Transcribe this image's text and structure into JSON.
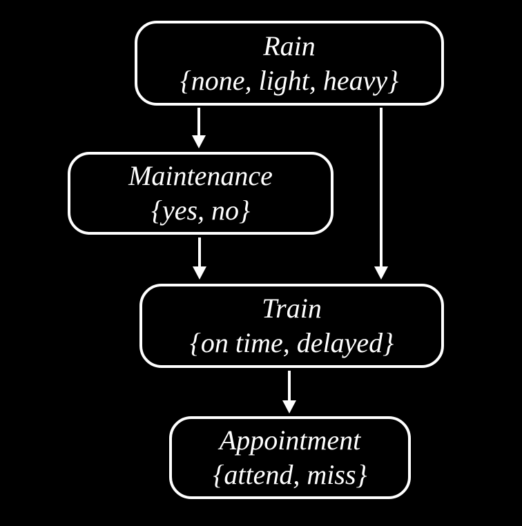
{
  "diagram": {
    "kind": "bayesian-network",
    "colors": {
      "background": "#000000",
      "node_border": "#ffffff",
      "text": "#ffffff",
      "arrow": "#ffffff"
    }
  },
  "nodes": [
    {
      "id": "rain",
      "name": "Rain",
      "domain": "{none, light, heavy}"
    },
    {
      "id": "maintenance",
      "name": "Maintenance",
      "domain": "{yes, no}"
    },
    {
      "id": "train",
      "name": "Train",
      "domain": "{on time, delayed}"
    },
    {
      "id": "appointment",
      "name": "Appointment",
      "domain": "{attend, miss}"
    }
  ],
  "edges": [
    {
      "from": "Rain",
      "to": "Maintenance"
    },
    {
      "from": "Rain",
      "to": "Train"
    },
    {
      "from": "Maintenance",
      "to": "Train"
    },
    {
      "from": "Train",
      "to": "Appointment"
    }
  ]
}
